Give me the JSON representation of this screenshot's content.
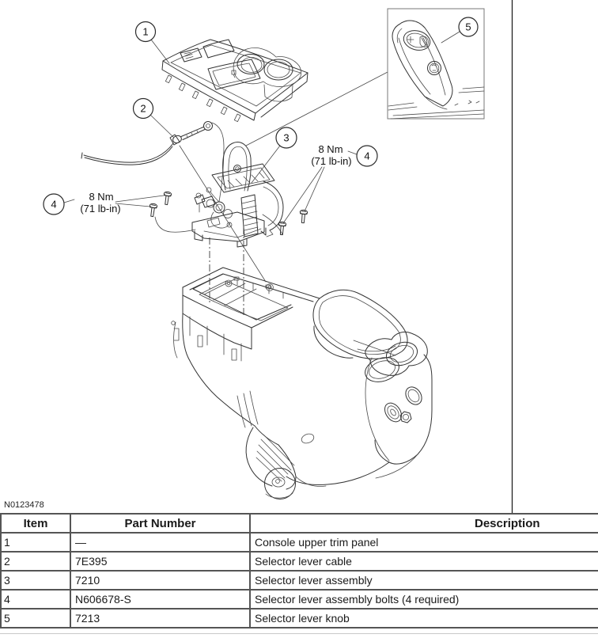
{
  "figure": {
    "watermark": "N0123478",
    "callout_labels": {
      "item1": "1",
      "item2": "2",
      "item3": "3",
      "item4": "4",
      "item5": "5"
    },
    "torque_label": {
      "line1": "8 Nm",
      "line2": "(71 lb-in)"
    }
  },
  "parts_table": {
    "headers": {
      "item": "Item",
      "part_number": "Part Number",
      "description": "Description"
    },
    "rows": [
      {
        "item": "1",
        "part_number": "—",
        "description": "Console upper trim panel"
      },
      {
        "item": "2",
        "part_number": "7E395",
        "description": "Selector lever cable"
      },
      {
        "item": "3",
        "part_number": "7210",
        "description": "Selector lever assembly"
      },
      {
        "item": "4",
        "part_number": "N606678-S",
        "description": "Selector lever assembly bolts (4 required)"
      },
      {
        "item": "5",
        "part_number": "7213",
        "description": "Selector lever knob"
      }
    ]
  }
}
